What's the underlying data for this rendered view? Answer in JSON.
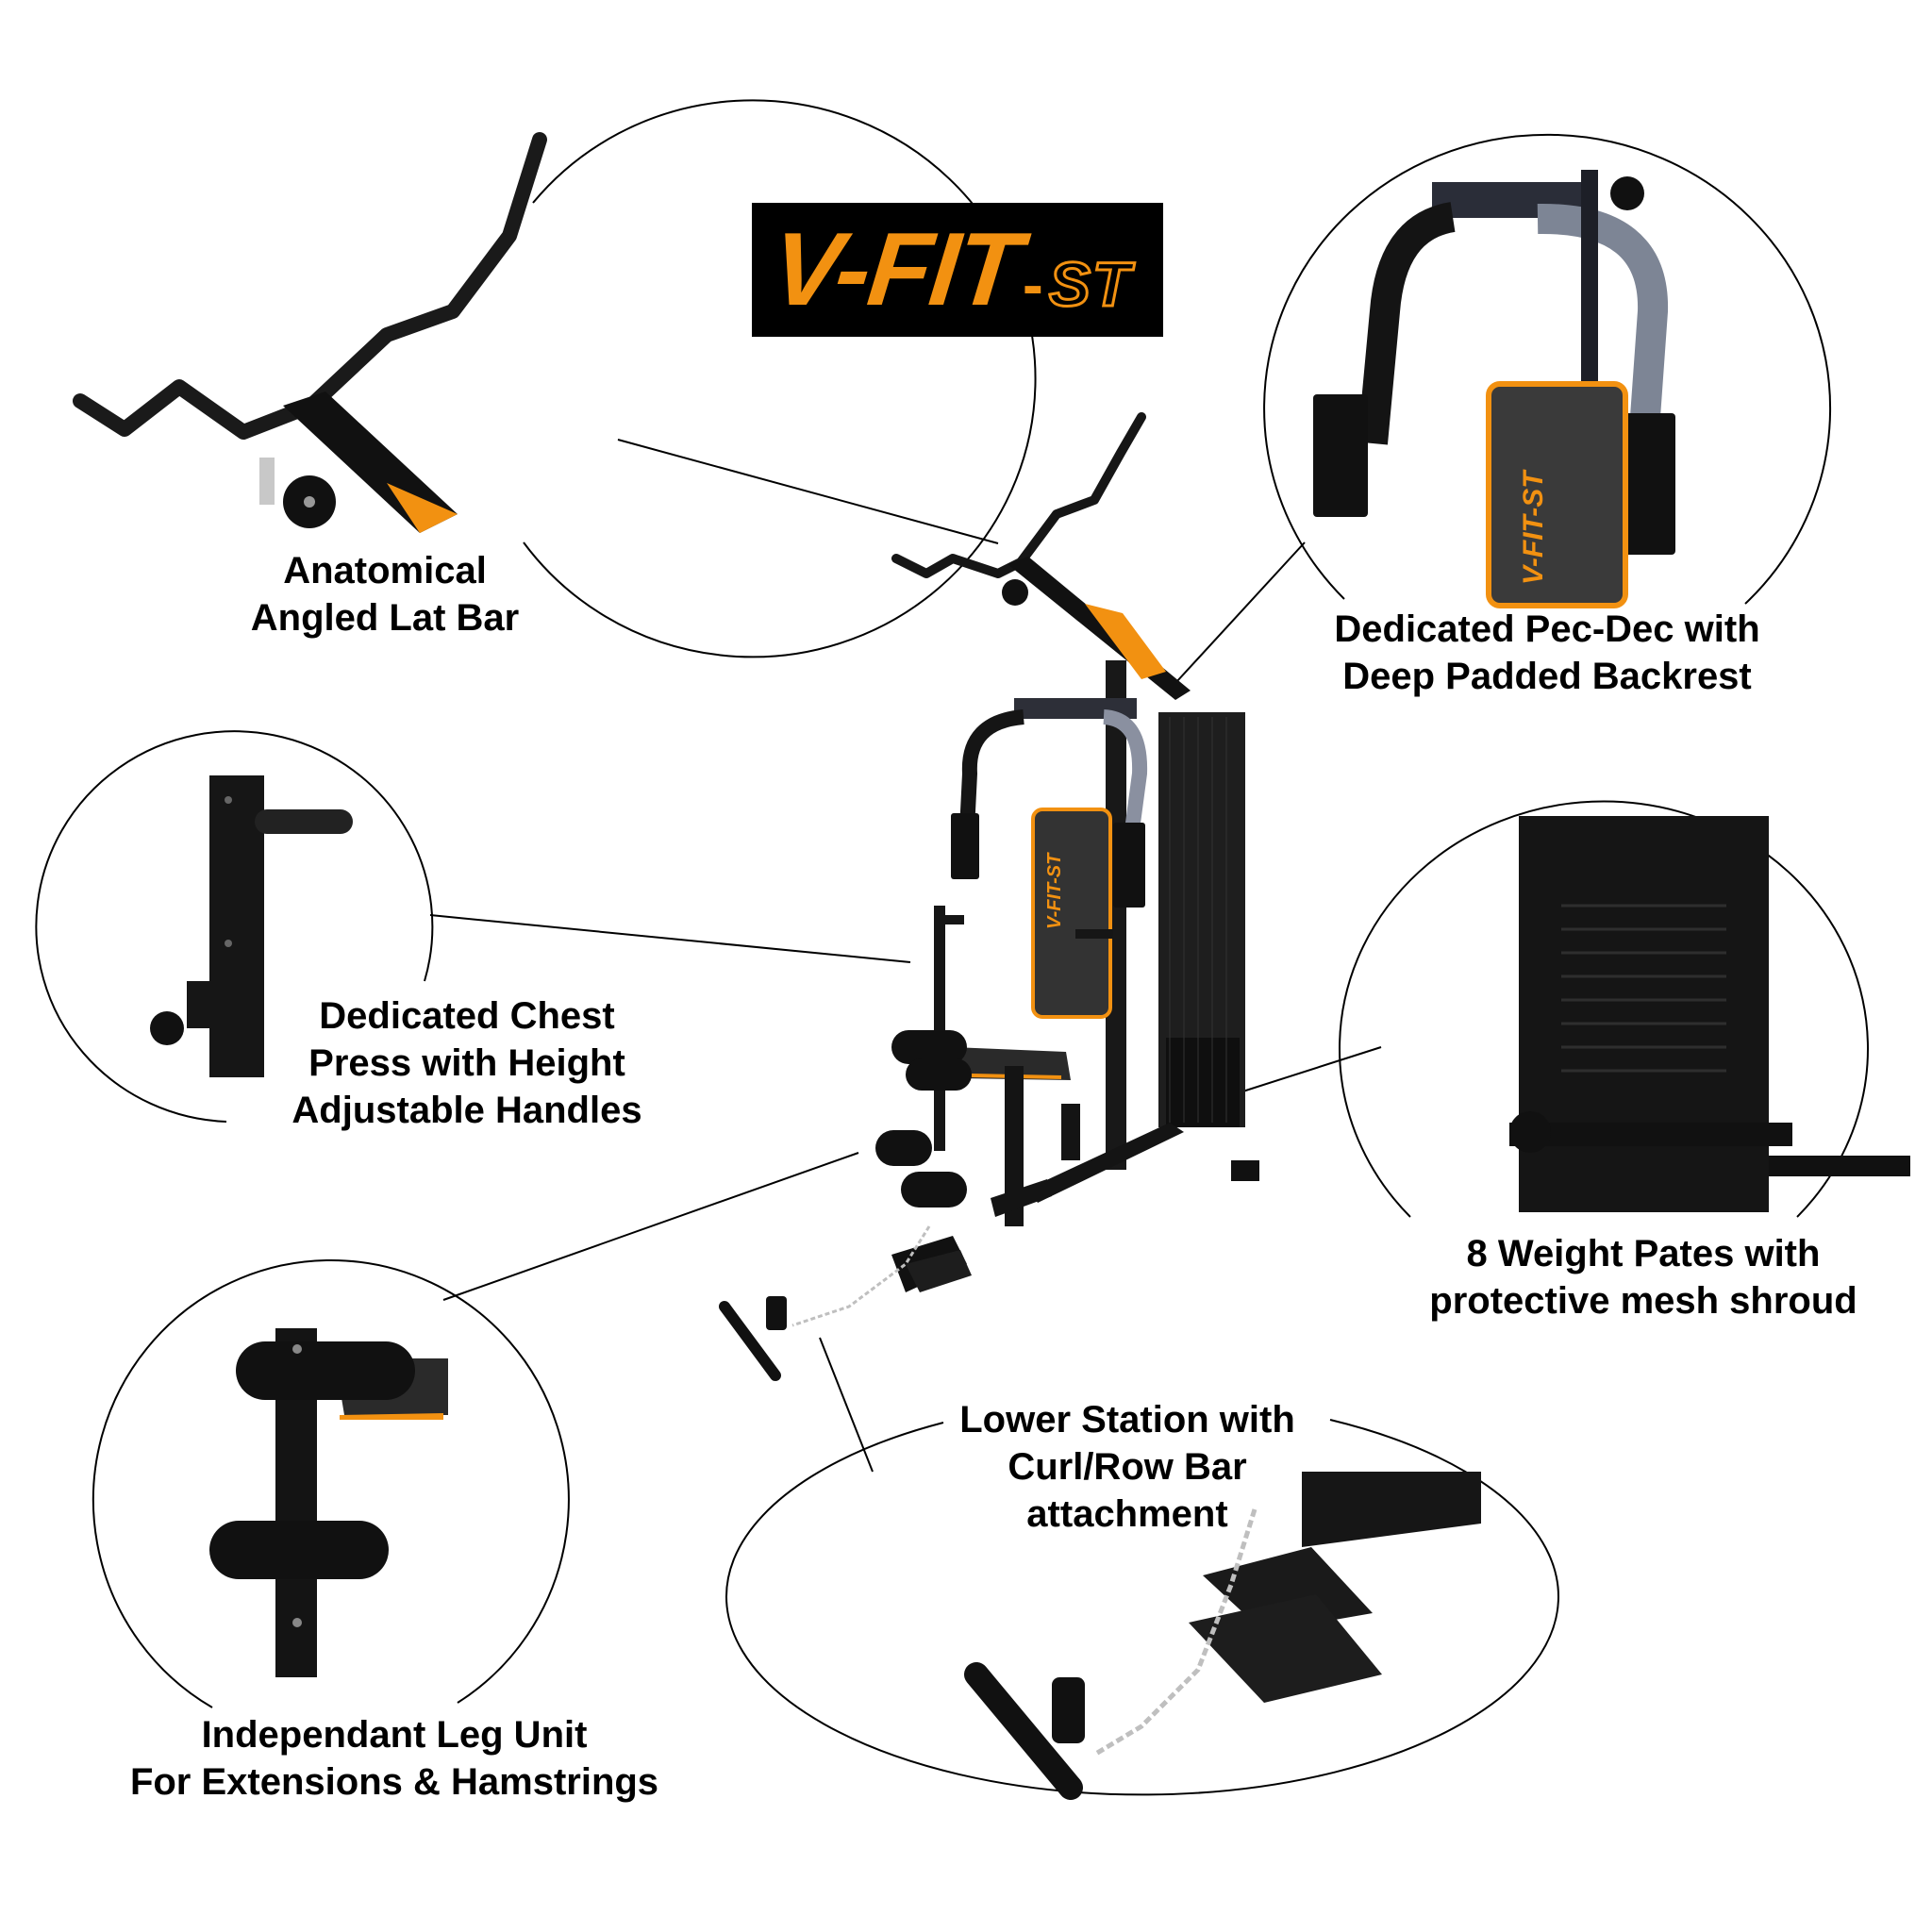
{
  "brand": {
    "logo_main": "V-FIT",
    "logo_dash": "-",
    "logo_suffix": "ST",
    "colors": {
      "orange": "#F29111",
      "logo_background": "#000000",
      "frame": "#1A1A1A",
      "pad": "#3A3A3A"
    }
  },
  "callouts": [
    {
      "id": "lat-bar",
      "lines": [
        "Anatomical",
        "Angled Lat Bar"
      ]
    },
    {
      "id": "pec-dec",
      "lines": [
        "Dedicated Pec-Dec with",
        "Deep Padded Backrest"
      ]
    },
    {
      "id": "chest-press",
      "lines": [
        "Dedicated Chest",
        "Press with Height",
        "Adjustable Handles"
      ]
    },
    {
      "id": "weight-stack",
      "lines": [
        "8 Weight Pates with",
        "protective mesh shroud"
      ]
    },
    {
      "id": "leg-unit",
      "lines": [
        "Independant Leg Unit",
        "For Extensions & Hamstrings"
      ]
    },
    {
      "id": "lower-station",
      "lines": [
        "Lower Station with",
        "Curl/Row Bar",
        "attachment"
      ]
    }
  ],
  "backrest_text": "V-FIT-ST"
}
